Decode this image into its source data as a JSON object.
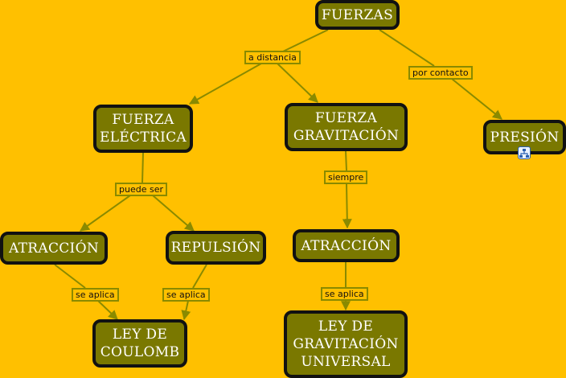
{
  "colors": {
    "background": "#FFC000",
    "node_fill": "#7A7800",
    "node_border": "#111111",
    "edge": "#8A8A00"
  },
  "nodes": {
    "fuerzas": "FUERZAS",
    "fuerza_electrica": "FUERZA\nELÉCTRICA",
    "fuerza_gravitacion": "FUERZA\nGRAVITACIÓN",
    "presion": "PRESIÓN",
    "atraccion_electrica": "ATRACCIÓN",
    "repulsion": "REPULSIÓN",
    "atraccion_gravitacion": "ATRACCIÓN",
    "ley_coulomb": "LEY DE\nCOULOMB",
    "ley_gravitacion": "LEY DE\nGRAVITACIÓN\nUNIVERSAL"
  },
  "links": {
    "a_distancia": "a distancia",
    "por_contacto": "por contacto",
    "puede_ser": "puede ser",
    "siempre": "siempre",
    "se_aplica_1": "se aplica",
    "se_aplica_2": "se aplica",
    "se_aplica_3": "se aplica"
  },
  "icons": {
    "presion_attachment": "concept-map-attachment-icon"
  }
}
